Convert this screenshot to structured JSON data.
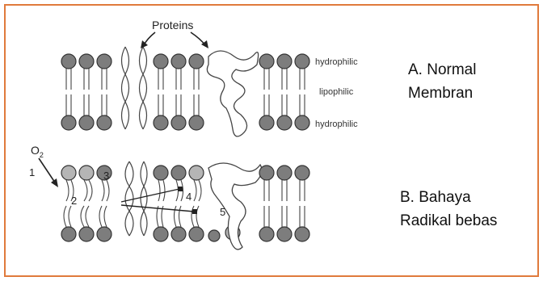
{
  "colors": {
    "frame_border": "#e07a3c",
    "head_fill": "#7d7d7d",
    "head_stroke": "#333333",
    "damaged_head_fill": "#b5b5b5",
    "line": "#444444"
  },
  "diagram": {
    "proteins_label": "Proteins",
    "layer_labels": {
      "top": "hydrophilic",
      "middle": "lipophilic",
      "bottom": "hydrophilic"
    },
    "oxygen_symbol": "O",
    "oxygen_subscript": "2",
    "step_numbers": [
      "1",
      "2",
      "3",
      "4",
      "5"
    ]
  },
  "captions": {
    "a_line1": "A. Normal",
    "a_line2": "Membran",
    "b_line1": "B. Bahaya",
    "b_line2": "Radikal bebas"
  }
}
